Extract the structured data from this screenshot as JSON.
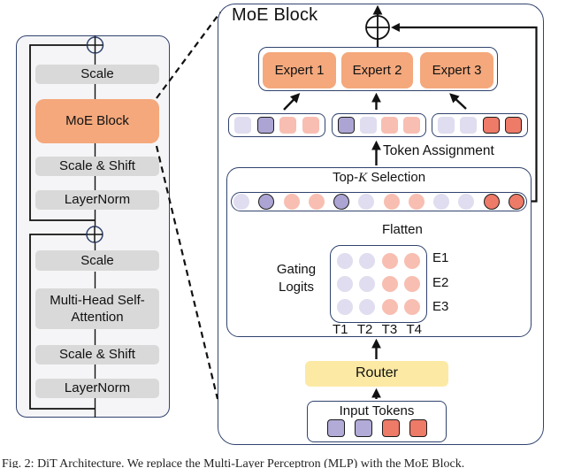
{
  "colors": {
    "navy": "#30436e",
    "orange": "#f4a87c",
    "gray_block": "#d9d9d9",
    "panel_bg": "#f5f5f7",
    "router_yellow": "#fce9a4",
    "tokens": {
      "lavender": {
        "bg": "#dfddef"
      },
      "salmon": {
        "bg": "#f8beb2"
      },
      "purple_selected": {
        "bg": "#aca5d3",
        "border": "#1c1c1c"
      },
      "red_selected": {
        "bg": "#ee7a68",
        "border": "#1c1c1c"
      },
      "purple": {
        "bg": "#b2abd8",
        "border": "#1c1c1c"
      },
      "red": {
        "bg": "#ee7a68",
        "border": "#1c1c1c"
      }
    }
  },
  "dit_block": {
    "upper_blocks": {
      "scale": "Scale",
      "moe": "MoE Block",
      "scale_shift": "Scale & Shift",
      "layernorm": "LayerNorm"
    },
    "lower_blocks": {
      "scale": "Scale",
      "mhsa": "Multi-Head Self-Attention",
      "scale_shift": "Scale & Shift",
      "layernorm": "LayerNorm"
    }
  },
  "moe_panel": {
    "title": "MoE Block",
    "experts": [
      "Expert 1",
      "Expert 2",
      "Expert 3"
    ],
    "token_groups": [
      [
        "lavender",
        "purple_selected",
        "salmon",
        "salmon"
      ],
      [
        "purple_selected",
        "lavender",
        "salmon",
        "salmon"
      ],
      [
        "lavender",
        "lavender",
        "red_selected",
        "red_selected"
      ]
    ],
    "token_assignment_label": "Token Assignment",
    "topk": {
      "prefix": "Top-",
      "k": "K",
      "suffix": "Selection"
    },
    "topk_circles": [
      "lavender",
      "purple_selected",
      "salmon",
      "salmon",
      "purple_selected",
      "lavender",
      "salmon",
      "salmon",
      "lavender",
      "lavender",
      "red_selected",
      "red_selected"
    ],
    "flatten_label": "Flatten",
    "gating": {
      "label_line1": "Gating",
      "label_line2": "Logits",
      "rows": [
        [
          "lavender",
          "lavender",
          "salmon",
          "salmon"
        ],
        [
          "lavender",
          "lavender",
          "salmon",
          "salmon"
        ],
        [
          "lavender",
          "lavender",
          "salmon",
          "salmon"
        ]
      ],
      "row_labels": [
        "E1",
        "E2",
        "E3"
      ],
      "col_labels": [
        "T1",
        "T2",
        "T3",
        "T4"
      ]
    },
    "router_label": "Router",
    "input": {
      "label": "Input Tokens",
      "cells": [
        "purple",
        "purple",
        "red",
        "red"
      ]
    }
  },
  "caption": "Fig. 2: DiT Architecture. We replace the Multi-Layer Perceptron (MLP) with the MoE Block."
}
